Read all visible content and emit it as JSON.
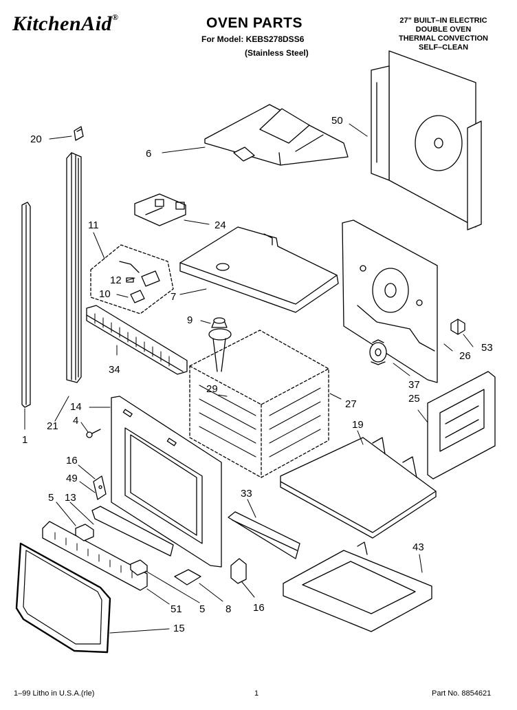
{
  "header": {
    "brand": "KitchenAid",
    "brand_mark": "®",
    "title": "OVEN PARTS",
    "model_line": "For Model: KEBS278DSS6",
    "variant": "(Stainless Steel)",
    "description": [
      "27\" BUILT–IN ELECTRIC",
      "DOUBLE OVEN",
      "THERMAL CONVECTION",
      "SELF–CLEAN"
    ]
  },
  "callouts": [
    "20",
    "6",
    "50",
    "11",
    "24",
    "12",
    "10",
    "7",
    "9",
    "53",
    "26",
    "34",
    "37",
    "29",
    "27",
    "14",
    "25",
    "4",
    "21",
    "1",
    "19",
    "16",
    "49",
    "33",
    "5",
    "13",
    "43",
    "51",
    "5",
    "8",
    "16",
    "15"
  ],
  "footer": {
    "left": "1–99 Litho in U.S.A.(rle)",
    "center": "1",
    "right": "Part No. 8854621"
  }
}
